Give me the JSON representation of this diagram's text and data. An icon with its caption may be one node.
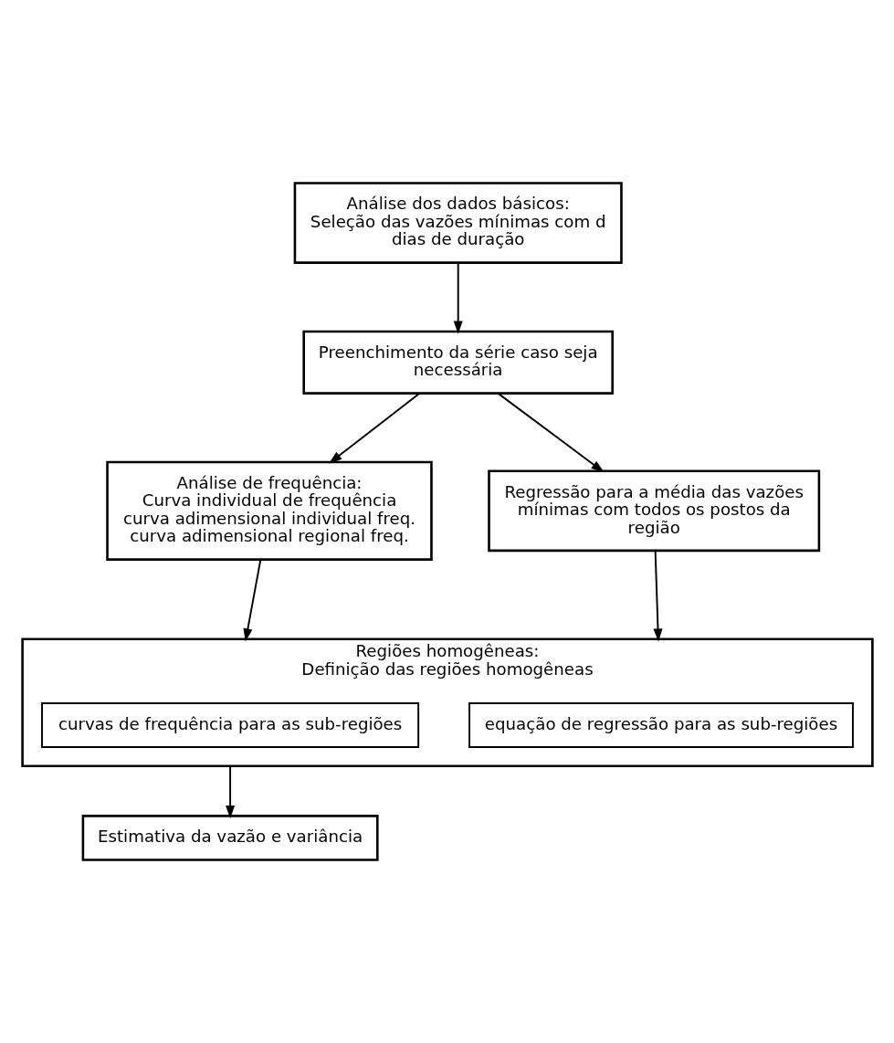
{
  "diagram": {
    "nodes": [
      {
        "text": [
          "Análise dos dados básicos:",
          "Seleção das vazões mínimas com d dias de duração"
        ]
      },
      {
        "text": [
          "Preenchimento da série caso seja necessária"
        ]
      },
      {
        "text": [
          "Análise de frequência:",
          "Curva individual de frequência",
          "curva adimensional individual freq.",
          "curva adimensional regional freq."
        ]
      },
      {
        "text": [
          "Regressão para a média das vazões mínimas com todos os postos da região"
        ]
      },
      {
        "text": [
          "Regiões homogêneas:",
          "Definição das regiões homogêneas"
        ]
      },
      {
        "text": [
          "curvas de frequência para as sub-regiões"
        ],
        "in": 4
      },
      {
        "text": [
          "equação de regressão para as sub-regiões"
        ],
        "in": 4
      },
      {
        "text": [
          "Estimativa da vazão e variância"
        ]
      }
    ],
    "edges": [
      {
        "from": 0,
        "to": 1,
        "arrow": "to"
      },
      {
        "from": 1,
        "to": 2,
        "arrow": "to"
      },
      {
        "from": 1,
        "to": 3,
        "arrow": "to"
      },
      {
        "from": 2,
        "to": 4,
        "arrow": "to"
      },
      {
        "from": 3,
        "to": 4,
        "arrow": "to"
      },
      {
        "from": 4,
        "to": 7,
        "arrow": "to"
      }
    ]
  }
}
